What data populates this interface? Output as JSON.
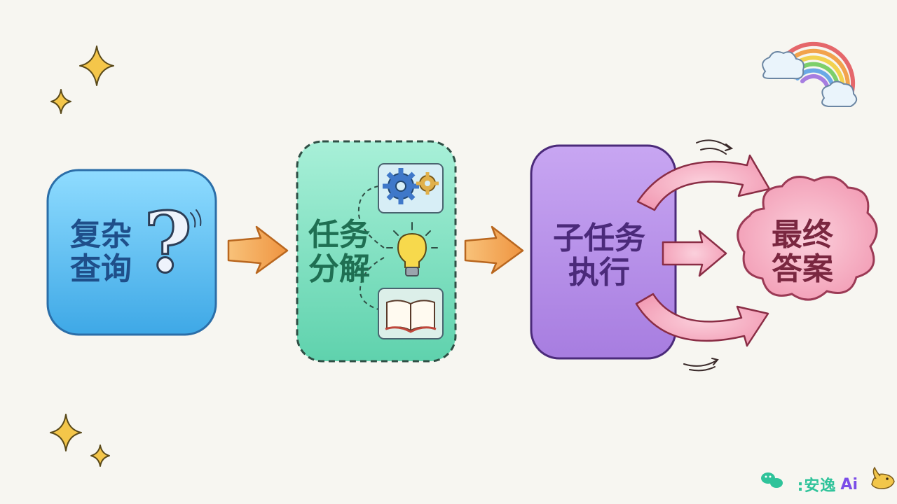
{
  "nodes": {
    "complex_query": {
      "line1": "复杂",
      "line2": "查询"
    },
    "task_decomposition": {
      "line1": "任务",
      "line2": "分解"
    },
    "subtask_execution": {
      "line1": "子任务",
      "line2": "执行"
    },
    "final_answer": {
      "line1": "最终",
      "line2": "答案"
    }
  },
  "watermark": {
    "prefix": ":安逸",
    "brand": "Ai"
  },
  "colors": {
    "background": "#f7f6f1",
    "query_box": "#5cc3ef",
    "decomp_box": "#7fe0c3",
    "exec_box": "#b690e6",
    "final_cloud": "#f7b6c8",
    "arrow_orange": "#f2a24a",
    "arrow_pink": "#ec7f9c",
    "sparkle": "#f4c64a"
  },
  "icons": [
    "question-mark-icon",
    "gears-icon",
    "lightbulb-icon",
    "book-icon",
    "rainbow-icon",
    "sparkle-icon",
    "wechat-icon",
    "bird-icon"
  ]
}
